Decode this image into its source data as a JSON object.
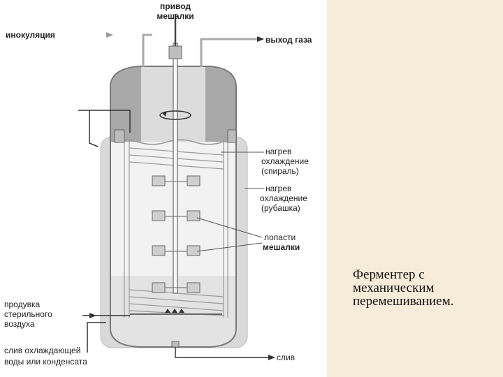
{
  "diagram": {
    "labels": {
      "drive_line1": "привод",
      "drive_line2": "мешалки",
      "inoculation": "инокуляция",
      "gas_out": "выход газа",
      "heating_coil_line1": "нагрев",
      "heating_coil_line2": "охлаждение",
      "heating_coil_line3": "(спираль)",
      "heating_jacket_line1": "нагрев",
      "heating_jacket_line2": "охлаждение",
      "heating_jacket_line3": "(рубашка)",
      "blades_line1": "лопасти",
      "blades_line2": "мешалки",
      "air_line1": "продувка",
      "air_line2": "стерильного",
      "air_line3": "воздуха",
      "drain_coolant_line1": "слив  охлаждающей",
      "drain_coolant_line2": "воды или конденсата",
      "drain": "слив"
    }
  },
  "caption": {
    "line1": "Ферментер с",
    "line2": "механическим",
    "line3": "перемешиванием."
  },
  "colors": {
    "panel_background": "#f7ecd9",
    "headspace": "#a8a8a8",
    "liquid": "#e9e9e9",
    "jacket": "#d9d9d9",
    "arrow": "#9a9a9a"
  }
}
